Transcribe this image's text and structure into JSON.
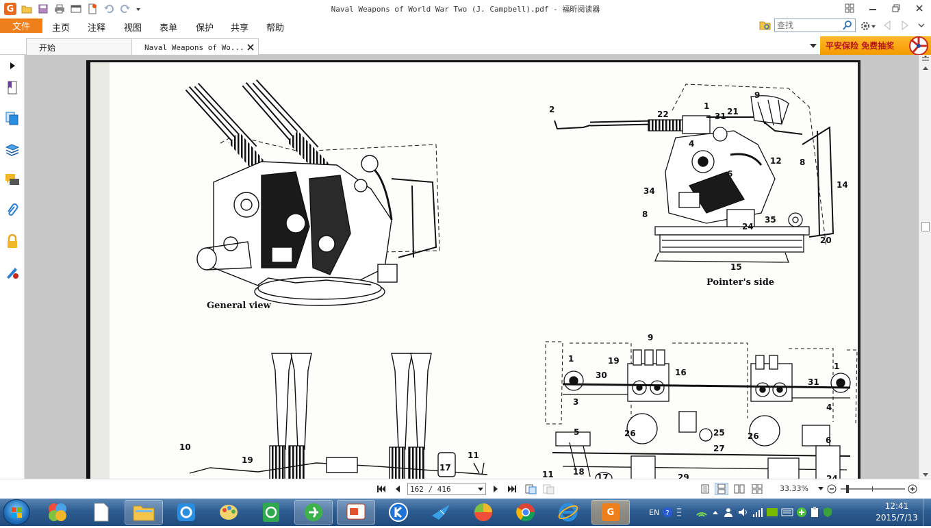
{
  "window": {
    "title": "Naval Weapons of World War Two (J. Campbell).pdf - 福昕阅读器"
  },
  "menu": {
    "file": "文件",
    "items": [
      "主页",
      "注释",
      "视图",
      "表单",
      "保护",
      "共享",
      "帮助"
    ]
  },
  "search": {
    "placeholder": "查找"
  },
  "tabs": [
    {
      "label": "开始"
    },
    {
      "label": "Naval Weapons of Wo..."
    }
  ],
  "promo": {
    "text": "平安保险 免费抽奖"
  },
  "document": {
    "captions": {
      "general_view": "General view",
      "pointers_side": "Pointer's side"
    },
    "labels_top_right": [
      "2",
      "22",
      "1",
      "31",
      "21",
      "9",
      "4",
      "12",
      "8",
      "34",
      "6",
      "14",
      "8",
      "24",
      "35",
      "20",
      "15"
    ],
    "labels_bottom_right": [
      "9",
      "1",
      "19",
      "30",
      "16",
      "31",
      "1",
      "3",
      "4",
      "5",
      "26",
      "25",
      "26",
      "27",
      "6",
      "11",
      "18",
      "17",
      "29",
      "24"
    ],
    "labels_bottom_left": [
      "10",
      "19",
      "17",
      "11"
    ]
  },
  "navigation": {
    "page_display": "162 / 416",
    "zoom": "33.33%"
  },
  "taskbar": {
    "language": "EN",
    "time": "12:41",
    "date": "2015/7/13"
  }
}
